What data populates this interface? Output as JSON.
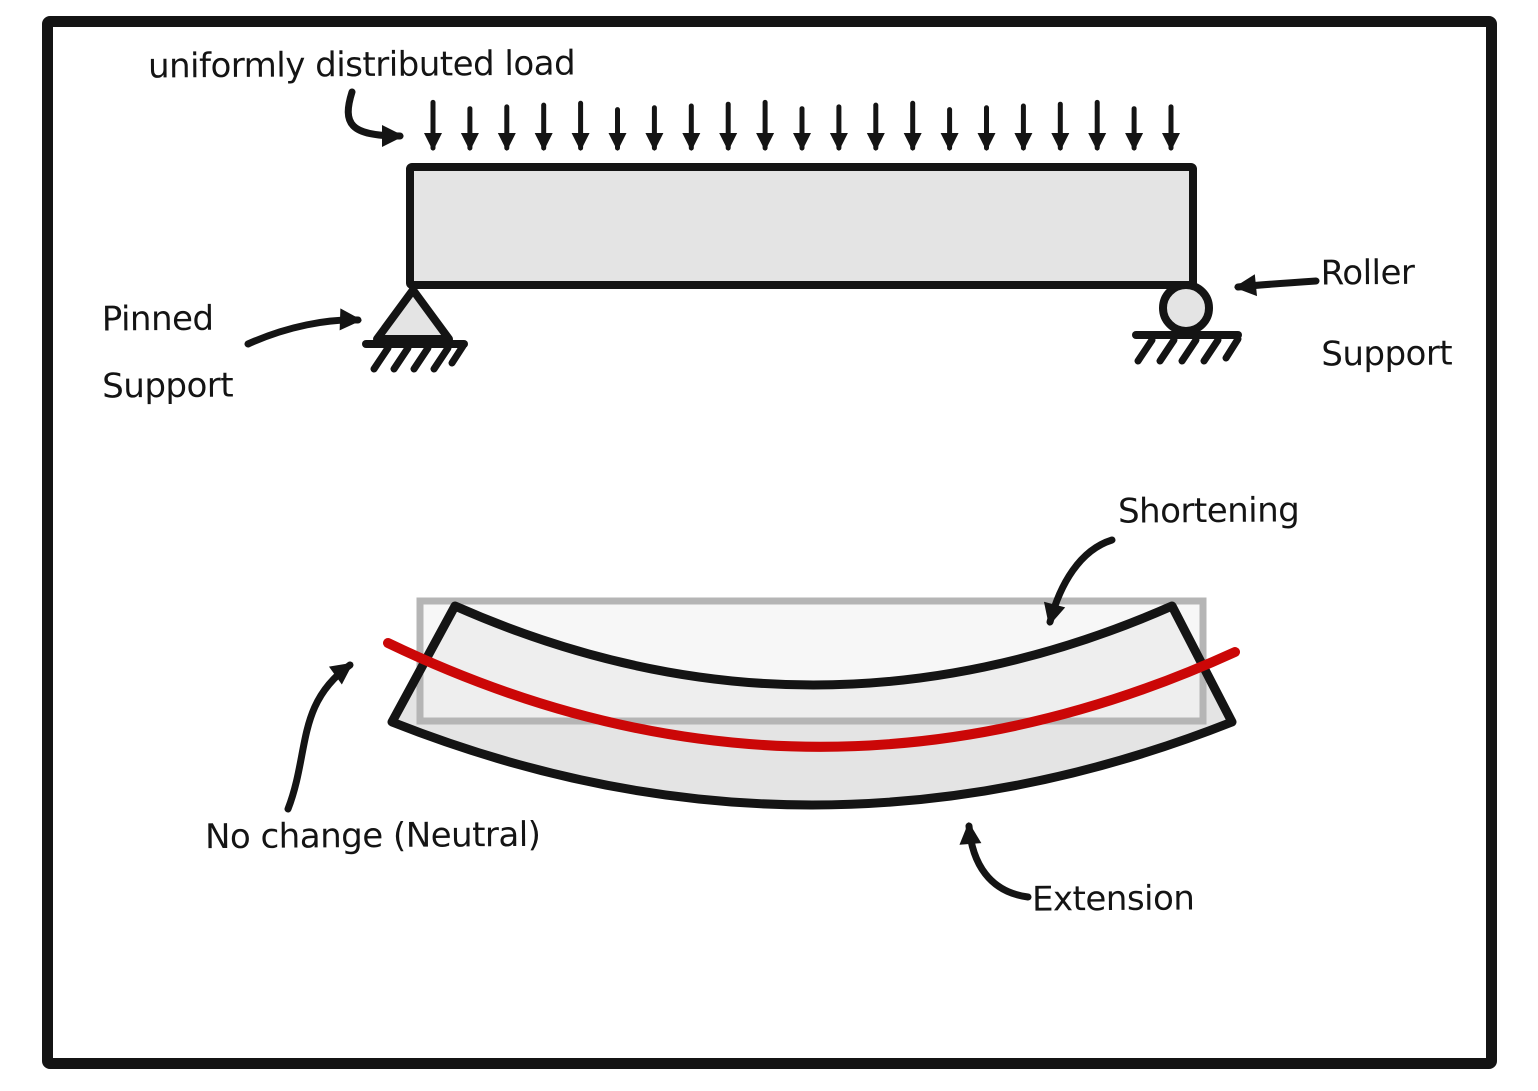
{
  "colors": {
    "ink": "#141414",
    "beam_fill": "#e4e4e4",
    "ghost_fill": "rgba(243,243,243,0.65)",
    "ghost_border": "#b5b5b5",
    "neutral_red": "#cb0707"
  },
  "top_diagram": {
    "udl_label": "uniformly distributed load",
    "load_arrow_count": 21,
    "pinned_support_label": [
      "Pinned",
      "Support"
    ],
    "roller_support_label": [
      "Roller",
      "Support"
    ]
  },
  "bottom_diagram": {
    "shortening_label": "Shortening",
    "extension_label": "Extension",
    "neutral_label": "No change (Neutral)"
  }
}
